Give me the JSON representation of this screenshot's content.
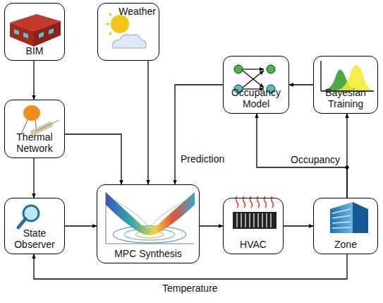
{
  "diagram": {
    "nodes": [
      {
        "text": [
          "BIM"
        ]
      },
      {
        "text": [
          "Weather"
        ]
      },
      {
        "text": [
          "Occupancy Model"
        ]
      },
      {
        "text": [
          "Bayesian Training"
        ]
      },
      {
        "text": [
          "Thermal Network"
        ]
      },
      {
        "text": [
          "State Observer"
        ]
      },
      {
        "text": [
          "MPC Synthesis"
        ]
      },
      {
        "text": [
          "HVAC"
        ]
      },
      {
        "text": [
          "Zone"
        ]
      }
    ],
    "edges": [
      {
        "from": 0,
        "to": 4,
        "arrow": "to"
      },
      {
        "from": 4,
        "to": 5,
        "arrow": "to"
      },
      {
        "from": 4,
        "to": 6,
        "arrow": "to"
      },
      {
        "from": 1,
        "to": 6,
        "arrow": "to"
      },
      {
        "from": 2,
        "to": 6,
        "label": "Prediction",
        "arrow": "to"
      },
      {
        "from": 3,
        "to": 2,
        "arrow": "to"
      },
      {
        "from": 5,
        "to": 6,
        "arrow": "to"
      },
      {
        "from": 6,
        "to": 7,
        "arrow": "to"
      },
      {
        "from": 7,
        "to": 8,
        "arrow": "to"
      },
      {
        "from": 8,
        "to": 2,
        "label": "Occupancy",
        "arrow": "to"
      },
      {
        "from": 8,
        "to": 3,
        "arrow": "to"
      },
      {
        "from": 8,
        "to": 5,
        "label": "Temperature",
        "arrow": "to"
      }
    ]
  }
}
